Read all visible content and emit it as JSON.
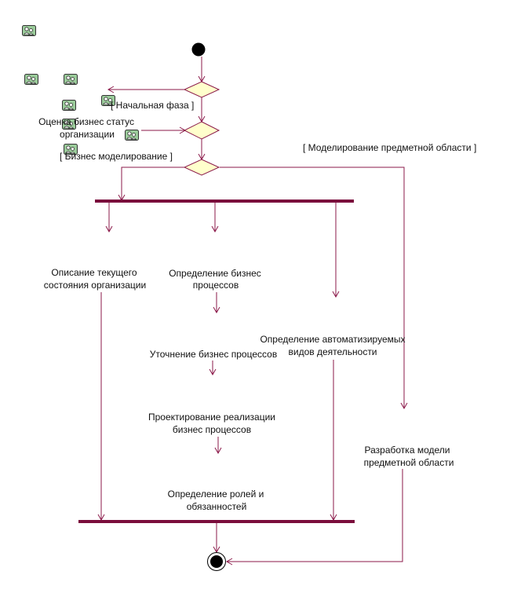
{
  "colors": {
    "line": "#8b1a4a",
    "bar": "#7a0d3c",
    "decision_fill": "#ffffcc",
    "text": "#111111",
    "icon_fill": "#9bcc9b",
    "icon_border": "#333333"
  },
  "guards": {
    "initial_phase": "[ Начальная фаза ]",
    "business_modeling": "[ Бизнес моделирование ]",
    "domain_modeling": "[ Моделирование предметной области ]"
  },
  "activities": {
    "assess_status": [
      "Оценка бизнес статус",
      "организации"
    ],
    "describe_current_state": [
      "Описание текущего",
      "состояния организации"
    ],
    "define_processes": [
      "Определение бизнес",
      "процессов"
    ],
    "refine_processes": [
      "Уточнение бизнес процессов"
    ],
    "design_realization": [
      "Проектирование реализации",
      "бизнес процессов"
    ],
    "define_roles": [
      "Определение ролей и",
      "обязанностей"
    ],
    "define_automated": [
      "Определение автоматизируемых",
      "видов деятельности"
    ],
    "domain_model": [
      "Разработка модели",
      "предметной области"
    ]
  },
  "icons": {
    "name": "actor-group-icon"
  }
}
